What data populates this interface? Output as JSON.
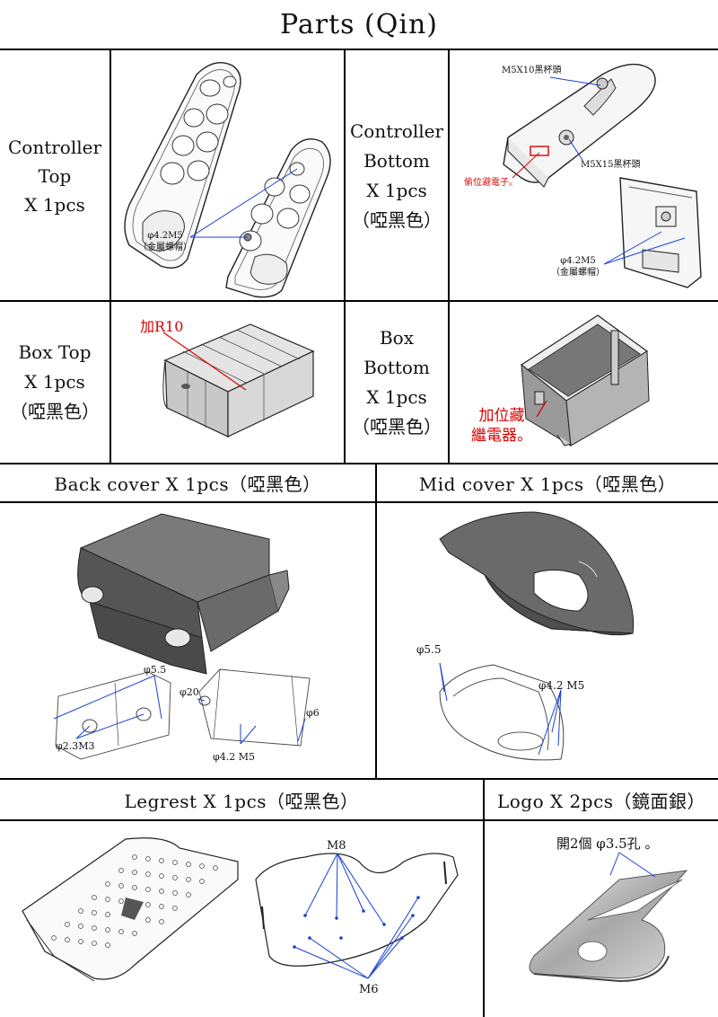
{
  "title": "Parts (Qin)",
  "row1": {
    "controller_top": {
      "name": "Controller",
      "name2": "Top",
      "qty": "X 1pcs",
      "note_spec": "φ4.2M5",
      "note_desc": "（金屬螺帽）"
    },
    "controller_bottom": {
      "name": "Controller",
      "name2": "Bottom",
      "qty": "X 1pcs",
      "finish": "（啞黑色）",
      "note_a": "M5X10黑杯頭",
      "note_b": "M5X15黑杯頭",
      "note_c": "偷位避電子。",
      "note_spec": "φ4.2M5",
      "note_desc": "（金屬螺帽）"
    }
  },
  "row2": {
    "box_top": {
      "name": "Box Top",
      "qty": "X 1pcs",
      "finish": "（啞黑色）",
      "note": "加R10"
    },
    "box_bottom": {
      "name": "Box",
      "name2": "Bottom",
      "qty": "X 1pcs",
      "finish": "（啞黑色）",
      "note_1": "加位藏",
      "note_2": "繼電器。"
    }
  },
  "row3": {
    "back_cover": {
      "label": "Back cover X 1pcs（啞黑色）",
      "d1": "φ5.5",
      "d2": "φ2.3M3",
      "d3": "φ20",
      "d4": "φ6",
      "d5": "φ4.2 M5"
    },
    "mid_cover": {
      "label": "Mid cover X 1pcs（啞黑色）",
      "d1": "φ5.5",
      "d2": "φ4.2 M5"
    }
  },
  "row4": {
    "legrest": {
      "label": "Legrest X 1pcs（啞黑色）",
      "m8": "M8",
      "m6": "M6"
    },
    "logo": {
      "label": "Logo X 2pcs（鏡面銀）",
      "note": "開2個 φ3.5孔 。"
    }
  }
}
